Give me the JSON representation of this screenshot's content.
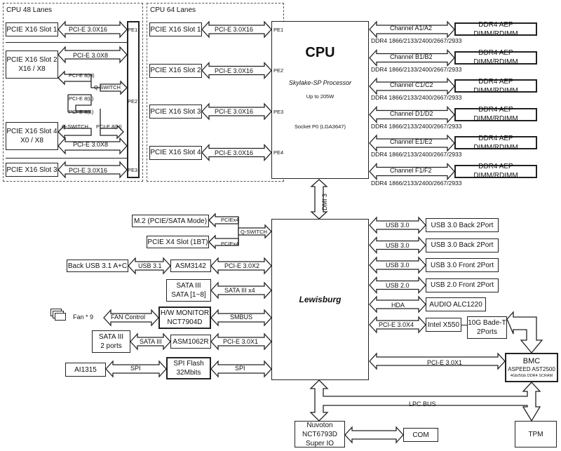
{
  "cpu48": {
    "title": "CPU 48 Lanes",
    "slot1": "PCIE X16 Slot 1",
    "slot2": [
      "PCIE X16 Slot 2",
      "X16 / X8"
    ],
    "slot4": [
      "PCIE X16 Slot 4",
      "X0 / X8"
    ],
    "slot3": "PCIE X16 Slot 3",
    "link1": "PCI-E 3.0X16",
    "link2": "PCI-E 3.0X8",
    "link4": "PCI-E 3.0X8",
    "link3": "PCI-E 3.0X16",
    "pe8h_a": "PCI-E 8(H)",
    "pe8l_a": "PCI-E 8(L)",
    "pe8l_b": "PCI-E 8(L)",
    "pe8h_b": "PCI-E 8(H)",
    "qswitch_a": "Q-SWITCH",
    "qswitch_b": "Q-SWITCH",
    "pe1": "PE1",
    "pe2": "PE2",
    "pe3": "PE3"
  },
  "cpu64": {
    "title": "CPU 64 Lanes",
    "slots": [
      "PCIE X16 Slot 1",
      "PCIE X16 Slot 2",
      "PCIE X16 Slot 3",
      "PCIE X16 Slot 4"
    ],
    "links": [
      "PCI-E 3.0X16",
      "PCI-E 3.0X16",
      "PCI-E 3.0X16",
      "PCI-E 3.0X16"
    ],
    "ports": [
      "PE1",
      "PE2",
      "PE3",
      "PE4"
    ]
  },
  "cpu": {
    "title": "CPU",
    "model": "Skylake-SP Processor",
    "power": "Up to 205W",
    "socket": "Socket P0 (LGA3647)"
  },
  "memory": {
    "channels": [
      "Channel A1/A2",
      "Channel B1/B2",
      "Channel C1/C2",
      "Channel D1/D2",
      "Channel E1/E2",
      "Channel F1/F2"
    ],
    "dimm": "DDR4 AEP DIMM/RDIMM",
    "speed": "DDR4 1866/2133/2400/2667/2933"
  },
  "dmi": "DMI 3",
  "pch": {
    "title": "Lewisburg"
  },
  "left": {
    "m2": "M.2 (PCIE/SATA Mode)",
    "pcie_x4": "PCIE X4 Slot (1BT)",
    "pciex4_a": "PCIEx4",
    "pciex4_b": "PCIEx4",
    "qswitch": "Q-SWITCH",
    "back_usb31": "Back USB 3.1 A+C",
    "usb31": "USB 3.1",
    "asm3142": "ASM3142",
    "asm3142_link": "PCI-E 3.0X2",
    "sata": [
      "SATA III",
      "SATA [1~8]"
    ],
    "sata_link": "SATA III x4",
    "fan": "Fan * 9",
    "fan_control": "FAN Control",
    "hwmon": [
      "H/W MONITOR",
      "NCT7904D"
    ],
    "smbus": "SMBUS",
    "sata2": [
      "SATA III",
      "2 ports"
    ],
    "sata2_link": "SATA III",
    "asm1062r": "ASM1062R",
    "asm1062r_link": "PCI-E 3.0X1",
    "ai1315": "AI1315",
    "spi_a": "SPI",
    "spi_flash": [
      "SPI Flash",
      "32Mbits"
    ],
    "spi_b": "SPI"
  },
  "right": {
    "usb": [
      {
        "link": "USB 3.0",
        "dev": "USB 3.0 Back 2Port"
      },
      {
        "link": "USB 3.0",
        "dev": "USB 3.0 Back 2Port"
      },
      {
        "link": "USB 3.0",
        "dev": "USB 3.0 Front 2Port"
      },
      {
        "link": "USB 2.0",
        "dev": "USB 2.0 Front 2Port"
      }
    ],
    "hda": "HDA",
    "audio": "AUDIO ALC1220",
    "lan_link": "PCI-E 3.0X4",
    "x550": "Intel X550",
    "tenG": [
      "10G Bade-T",
      "2Ports"
    ],
    "bmc_link": "PCI-E 3.0X1",
    "bmc": [
      "BMC",
      "ASPEED AST2500",
      "4Gb/5Gb DDR4 SCRAM"
    ],
    "lpc": "LPC BUS",
    "superio": [
      "Nuvoton",
      "NCT6793D",
      "Super IO"
    ],
    "com": "COM",
    "tpm": "TPM"
  }
}
